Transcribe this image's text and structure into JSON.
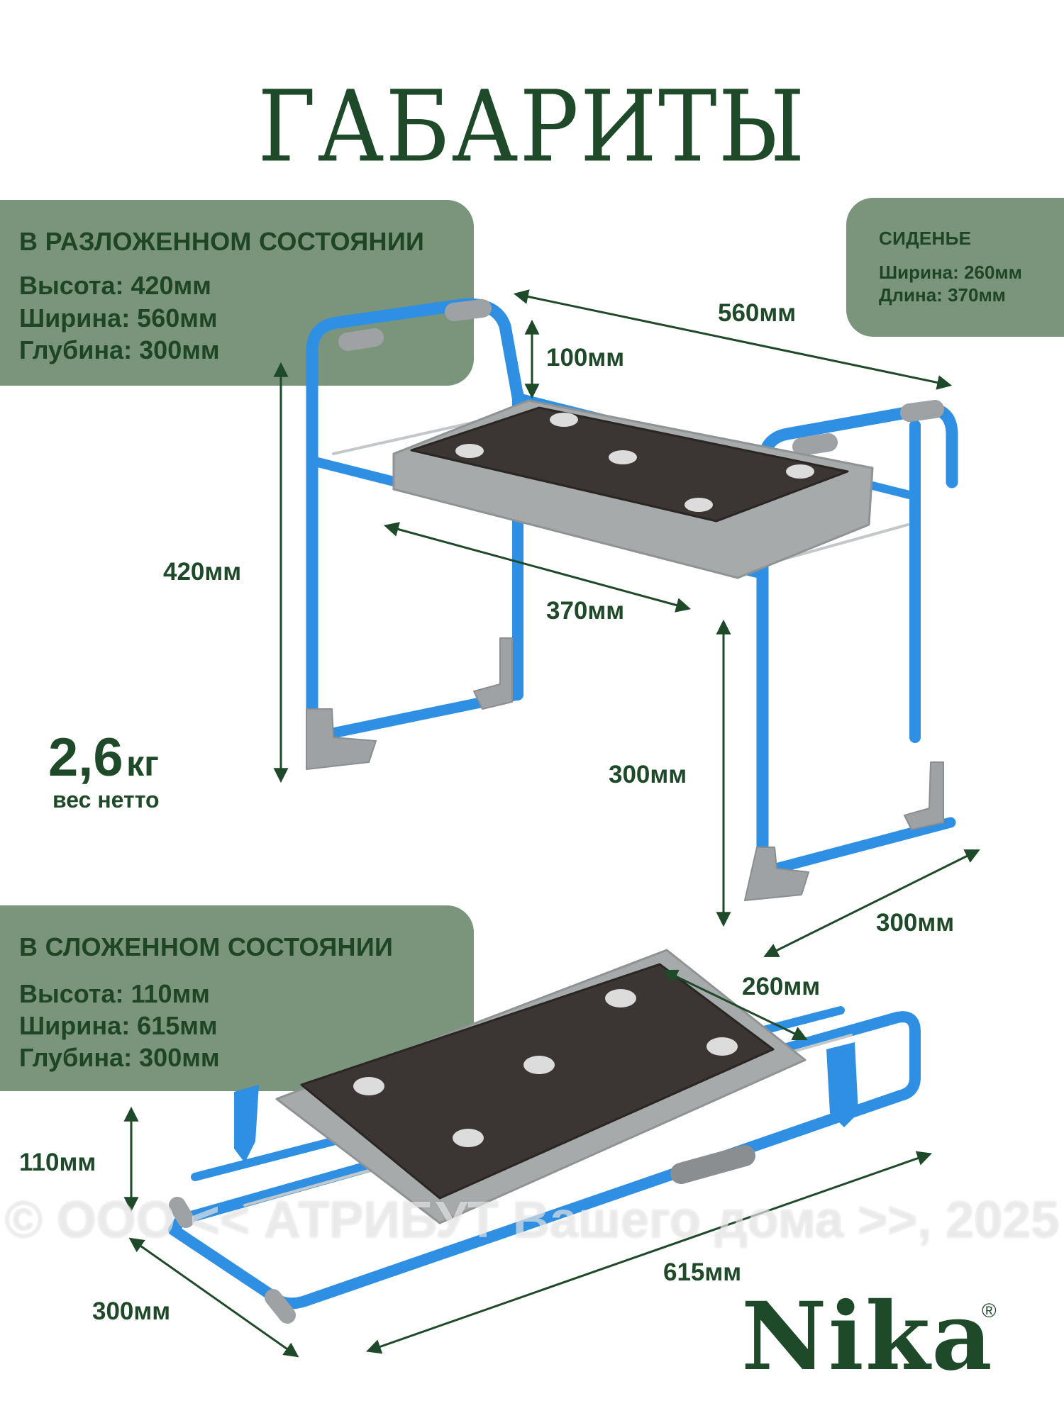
{
  "title": "ГАБАРИТЫ",
  "unfolded": {
    "heading": "В РАЗЛОЖЕННОМ СОСТОЯНИИ",
    "height": "Высота: 420мм",
    "width": "Ширина: 560мм",
    "depth": "Глубина: 300мм"
  },
  "seat": {
    "heading": "СИДЕНЬЕ",
    "width": "Ширина: 260мм",
    "length": "Длина: 370мм"
  },
  "folded": {
    "heading": "В СЛОЖЕННОМ СОСТОЯНИИ",
    "height": "Высота: 110мм",
    "width": "Ширина: 615мм",
    "depth": "Глубина: 300мм"
  },
  "dimensions": {
    "top_width": "560мм",
    "handle_height": "100мм",
    "total_height": "420мм",
    "seat_length": "370мм",
    "leg_height": "300мм",
    "base_depth": "300мм",
    "folded_seat_width": "260мм",
    "folded_height": "110мм",
    "folded_width": "615мм",
    "folded_depth": "300мм"
  },
  "weight": {
    "value": "2,6",
    "unit": "кг",
    "caption": "вес нетто"
  },
  "watermark": "© ООО << АТРИБУТ Вашего дома >>, 2025",
  "brand": {
    "name": "Nika",
    "registered": "®"
  },
  "colors": {
    "accent": "#1f4a2a",
    "panel": "#7b957d",
    "frame": "#2e8fe3",
    "cushion": "#3b3633",
    "tray": "#a7aaab"
  }
}
